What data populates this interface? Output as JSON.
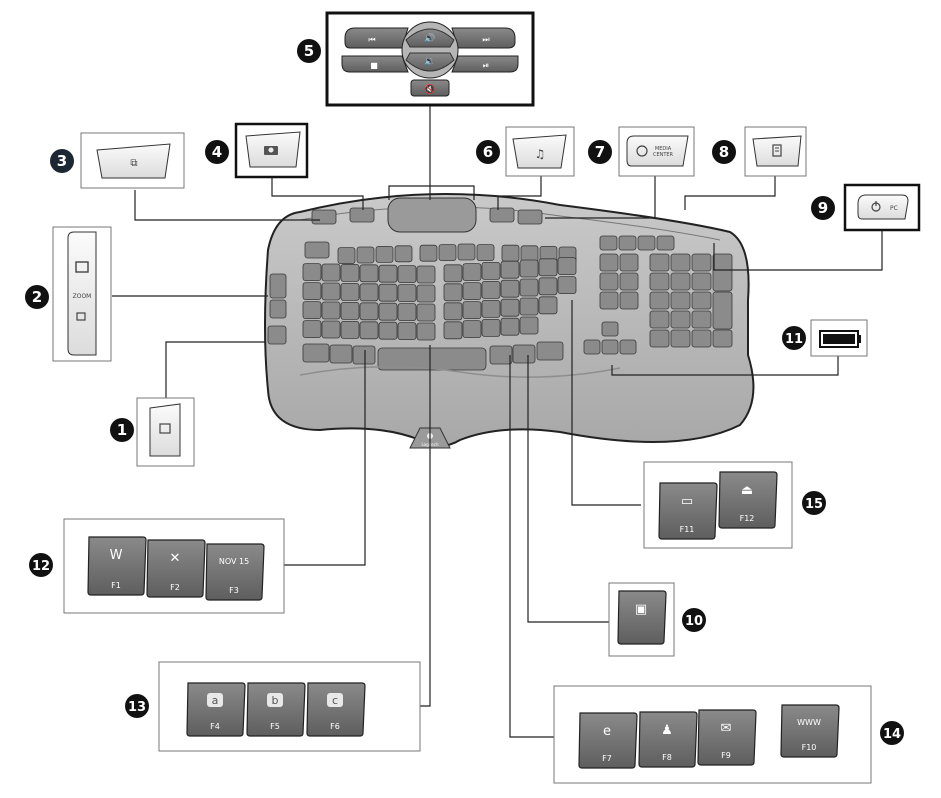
{
  "callouts": [
    {
      "num": "1"
    },
    {
      "num": "2"
    },
    {
      "num": "3"
    },
    {
      "num": "4"
    },
    {
      "num": "5"
    },
    {
      "num": "6"
    },
    {
      "num": "7"
    },
    {
      "num": "8"
    },
    {
      "num": "9"
    },
    {
      "num": "10"
    },
    {
      "num": "11"
    },
    {
      "num": "12"
    },
    {
      "num": "13"
    },
    {
      "num": "14"
    },
    {
      "num": "15"
    }
  ],
  "zoom_key": {
    "label": "ZOOM"
  },
  "media_center_key": {
    "label_line1": "MEDIA",
    "label_line2": "CENTER"
  },
  "pc_key": {
    "label": "PC"
  },
  "brand": {
    "logo_text": "Logitech"
  },
  "fkeys": {
    "f1": "F1",
    "f2": "F2",
    "f3": "F3",
    "f3_icon_text": "NOV 15",
    "f4": "F4",
    "f5": "F5",
    "f6": "F6",
    "f4_letter": "a",
    "f5_letter": "b",
    "f6_letter": "c",
    "f7": "F7",
    "f8": "F8",
    "f9": "F9",
    "f10": "F10",
    "f10_icon_text": "WWW",
    "f11": "F11",
    "f12": "F12"
  },
  "colors": {
    "key_dark": "#6f6f6f",
    "key_light": "#f0f0f0",
    "outline": "#222222",
    "badge": "#111111"
  }
}
